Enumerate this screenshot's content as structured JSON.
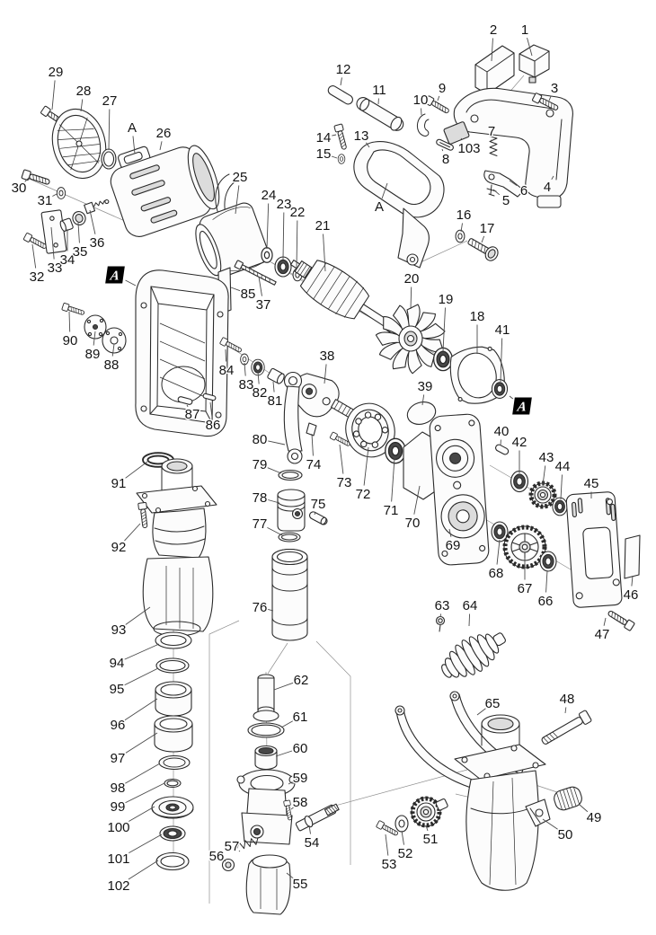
{
  "figure": {
    "kind": "exploded-parts-diagram",
    "subject": "hammer drill power tool exploded view",
    "background_color": "#ffffff",
    "line_color": "#2a2a2a",
    "label_color": "#141414",
    "badge_color": "#000000",
    "badge_letter": "A"
  },
  "callout_format": [
    "label",
    "label_x",
    "label_y",
    "target_x",
    "target_y",
    "kind"
  ],
  "callouts": [
    [
      "1",
      584,
      33,
      592,
      62
    ],
    [
      "2",
      549,
      33,
      547,
      68
    ],
    [
      "3",
      617,
      98,
      611,
      112
    ],
    [
      "4",
      609,
      208,
      616,
      196
    ],
    [
      "5",
      563,
      223,
      549,
      211
    ],
    [
      "6",
      583,
      212,
      567,
      201
    ],
    [
      "7",
      547,
      146,
      547,
      157
    ],
    [
      "8",
      496,
      177,
      492,
      166
    ],
    [
      "9",
      492,
      98,
      487,
      112
    ],
    [
      "10",
      468,
      111,
      469,
      128
    ],
    [
      "11",
      422,
      100,
      421,
      116
    ],
    [
      "12",
      382,
      77,
      379,
      95
    ],
    [
      "13",
      402,
      151,
      411,
      164
    ],
    [
      "14",
      360,
      153,
      374,
      150
    ],
    [
      "15",
      360,
      171,
      375,
      176
    ],
    [
      "16",
      516,
      239,
      513,
      258
    ],
    [
      "17",
      542,
      254,
      536,
      270
    ],
    [
      "18",
      531,
      352,
      531,
      394
    ],
    [
      "19",
      496,
      333,
      493,
      391
    ],
    [
      "20",
      458,
      310,
      457,
      344
    ],
    [
      "21",
      359,
      251,
      362,
      302
    ],
    [
      "22",
      331,
      236,
      330,
      299
    ],
    [
      "23",
      316,
      227,
      315,
      289
    ],
    [
      "24",
      299,
      217,
      297,
      277
    ],
    [
      "25",
      267,
      197,
      262,
      238
    ],
    [
      "26",
      182,
      148,
      178,
      167
    ],
    [
      "27",
      122,
      112,
      121,
      167
    ],
    [
      "28",
      93,
      101,
      90,
      124
    ],
    [
      "29",
      62,
      80,
      58,
      122
    ],
    [
      "30",
      21,
      209,
      33,
      197
    ],
    [
      "31",
      50,
      223,
      63,
      216
    ],
    [
      "32",
      41,
      308,
      36,
      272
    ],
    [
      "33",
      61,
      298,
      57,
      253
    ],
    [
      "34",
      75,
      289,
      75,
      255
    ],
    [
      "35",
      89,
      280,
      87,
      248
    ],
    [
      "36",
      108,
      270,
      100,
      234
    ],
    [
      "37",
      293,
      339,
      288,
      308
    ],
    [
      "38",
      364,
      396,
      361,
      427
    ],
    [
      "39",
      473,
      430,
      470,
      451
    ],
    [
      "40",
      558,
      480,
      557,
      496
    ],
    [
      "41",
      559,
      367,
      557,
      425
    ],
    [
      "42",
      578,
      492,
      578,
      527
    ],
    [
      "43",
      608,
      509,
      604,
      540
    ],
    [
      "44",
      626,
      519,
      624,
      556
    ],
    [
      "45",
      658,
      538,
      658,
      555
    ],
    [
      "46",
      702,
      662,
      704,
      641
    ],
    [
      "47",
      670,
      706,
      674,
      688
    ],
    [
      "48",
      631,
      778,
      629,
      794
    ],
    [
      "49",
      661,
      910,
      645,
      896
    ],
    [
      "50",
      629,
      929,
      604,
      912
    ],
    [
      "51",
      479,
      934,
      474,
      919
    ],
    [
      "52",
      451,
      950,
      447,
      925
    ],
    [
      "53",
      433,
      962,
      429,
      929
    ],
    [
      "54",
      347,
      938,
      344,
      919
    ],
    [
      "55",
      334,
      984,
      319,
      972
    ],
    [
      "56",
      241,
      953,
      251,
      959
    ],
    [
      "57",
      258,
      942,
      267,
      948
    ],
    [
      "58",
      334,
      893,
      324,
      901
    ],
    [
      "59",
      334,
      866,
      321,
      873
    ],
    [
      "60",
      334,
      833,
      307,
      842
    ],
    [
      "61",
      334,
      798,
      313,
      810
    ],
    [
      "62",
      335,
      757,
      305,
      768
    ],
    [
      "63",
      492,
      674,
      490,
      687
    ],
    [
      "64",
      523,
      674,
      522,
      697
    ],
    [
      "65",
      548,
      783,
      531,
      796
    ],
    [
      "66",
      607,
      669,
      609,
      635
    ],
    [
      "67",
      584,
      655,
      584,
      621
    ],
    [
      "68",
      552,
      638,
      556,
      601
    ],
    [
      "69",
      504,
      607,
      500,
      589
    ],
    [
      "70",
      459,
      582,
      467,
      541
    ],
    [
      "71",
      435,
      568,
      439,
      510
    ],
    [
      "72",
      404,
      550,
      410,
      498
    ],
    [
      "73",
      383,
      537,
      378,
      495
    ],
    [
      "74",
      349,
      517,
      347,
      483
    ],
    [
      "75",
      354,
      561,
      350,
      573
    ],
    [
      "76",
      289,
      676,
      304,
      680
    ],
    [
      "77",
      289,
      583,
      314,
      596
    ],
    [
      "78",
      289,
      554,
      311,
      560
    ],
    [
      "79",
      289,
      517,
      313,
      527
    ],
    [
      "80",
      289,
      489,
      317,
      495
    ],
    [
      "81",
      306,
      446,
      304,
      425
    ],
    [
      "82",
      289,
      437,
      287,
      414
    ],
    [
      "83",
      274,
      428,
      272,
      404
    ],
    [
      "84",
      252,
      412,
      251,
      389
    ],
    [
      "85",
      276,
      327,
      257,
      320
    ],
    [
      "86",
      237,
      473,
      234,
      448
    ],
    [
      "87",
      214,
      461,
      208,
      451
    ],
    [
      "88",
      124,
      406,
      127,
      383
    ],
    [
      "89",
      103,
      394,
      106,
      369
    ],
    [
      "90",
      78,
      379,
      77,
      347
    ],
    [
      "91",
      132,
      538,
      164,
      514
    ],
    [
      "92",
      132,
      609,
      156,
      583
    ],
    [
      "93",
      132,
      701,
      167,
      676
    ],
    [
      "94",
      130,
      738,
      177,
      717
    ],
    [
      "95",
      130,
      767,
      176,
      744
    ],
    [
      "96",
      131,
      807,
      175,
      778
    ],
    [
      "97",
      131,
      844,
      175,
      816
    ],
    [
      "98",
      131,
      877,
      178,
      850
    ],
    [
      "99",
      131,
      898,
      183,
      872
    ],
    [
      "100",
      132,
      921,
      172,
      898
    ],
    [
      "101",
      132,
      956,
      180,
      929
    ],
    [
      "102",
      132,
      986,
      176,
      958
    ],
    [
      "103",
      522,
      165,
      513,
      154
    ],
    [
      "A",
      147,
      142,
      150,
      171,
      "letter"
    ],
    [
      "A",
      422,
      230,
      431,
      204,
      "letter"
    ],
    [
      "A",
      128,
      306,
      151,
      318,
      "badge"
    ],
    [
      "A",
      581,
      452,
      567,
      441,
      "badge"
    ]
  ]
}
